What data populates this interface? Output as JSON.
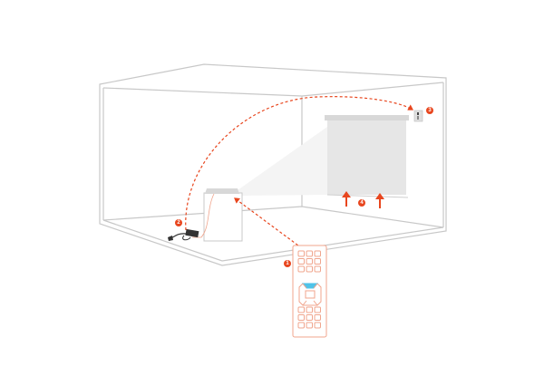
{
  "diagram": {
    "steps": [
      {
        "label": "1",
        "item": "remote-control"
      },
      {
        "label": "2",
        "item": "power-adapter"
      },
      {
        "label": "3",
        "item": "wall-switch"
      },
      {
        "label": "4",
        "item": "screen-raise-arrows"
      }
    ],
    "colors": {
      "accent": "#e8461e",
      "remote_outline": "#f0a58d",
      "highlight": "#4fc3e8",
      "wall_line": "#c8c8c8",
      "screen": "#e6e6e6"
    }
  }
}
